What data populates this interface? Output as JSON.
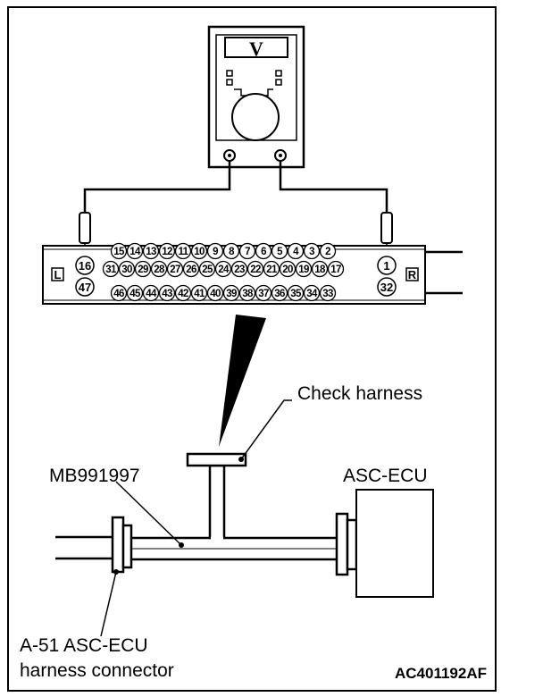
{
  "meter": {
    "mode_symbol": "V"
  },
  "connector": {
    "row1": [
      "15",
      "14",
      "13",
      "12",
      "11",
      "10",
      "9",
      "8",
      "7",
      "6",
      "5",
      "4",
      "3",
      "2"
    ],
    "row2": [
      "31",
      "30",
      "29",
      "28",
      "27",
      "26",
      "25",
      "24",
      "23",
      "22",
      "21",
      "20",
      "19",
      "18",
      "17"
    ],
    "row3": [
      "46",
      "45",
      "44",
      "43",
      "42",
      "41",
      "40",
      "39",
      "38",
      "37",
      "36",
      "35",
      "34",
      "33"
    ],
    "left_top": "16",
    "left_bottom": "47",
    "right_top": "1",
    "right_bottom": "32",
    "left_marker": "L",
    "right_marker": "R"
  },
  "labels": {
    "check_harness": "Check harness",
    "tool_number": "MB991997",
    "ecu": "ASC-ECU",
    "connector_line1": "A-51 ASC-ECU",
    "connector_line2": "harness connector",
    "figure_code": "AC401192AF"
  }
}
